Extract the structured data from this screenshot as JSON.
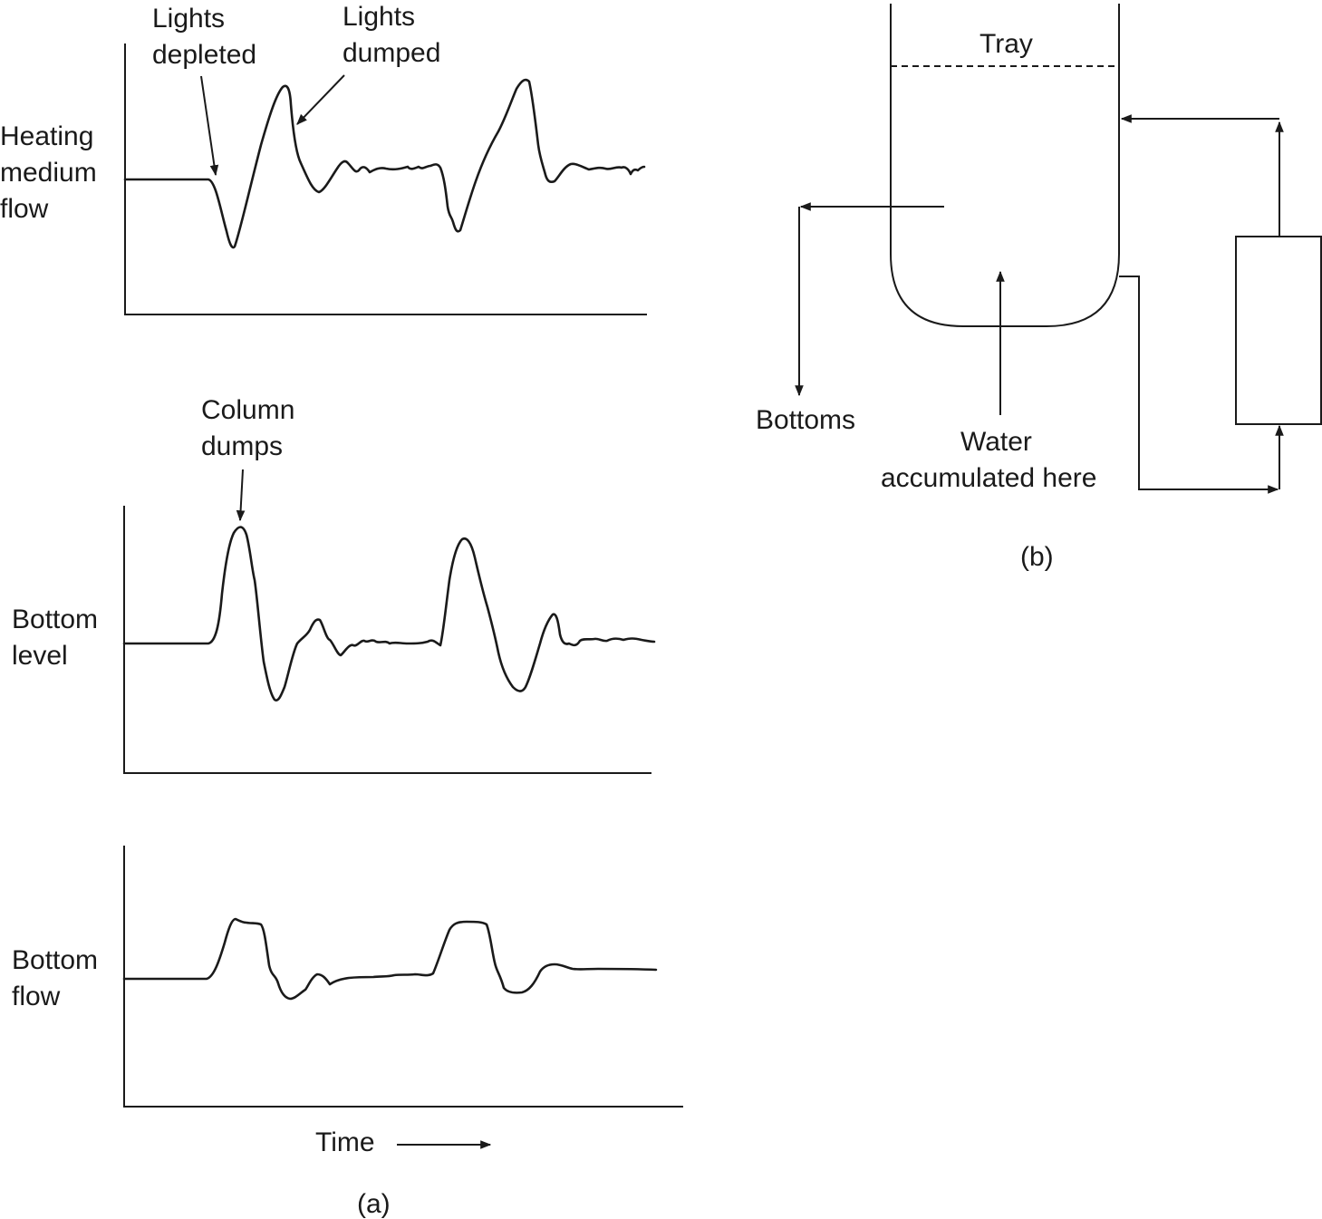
{
  "panel_a": {
    "heating": {
      "ylabel": [
        "Heating",
        "medium",
        "flow"
      ],
      "ann1": [
        "Lights",
        "depleted"
      ],
      "ann2": [
        "Lights",
        "dumped"
      ]
    },
    "level": {
      "ylabel": [
        "Bottom",
        "level"
      ],
      "ann": [
        "Column",
        "dumps"
      ]
    },
    "bflow": {
      "ylabel": [
        "Bottom",
        "flow"
      ]
    },
    "xlabel": "Time",
    "caption": "(a)"
  },
  "panel_b": {
    "tray_label": "Tray",
    "bottoms_label": "Bottoms",
    "water_label": [
      "Water",
      "accumulated here"
    ],
    "caption": "(b)"
  }
}
